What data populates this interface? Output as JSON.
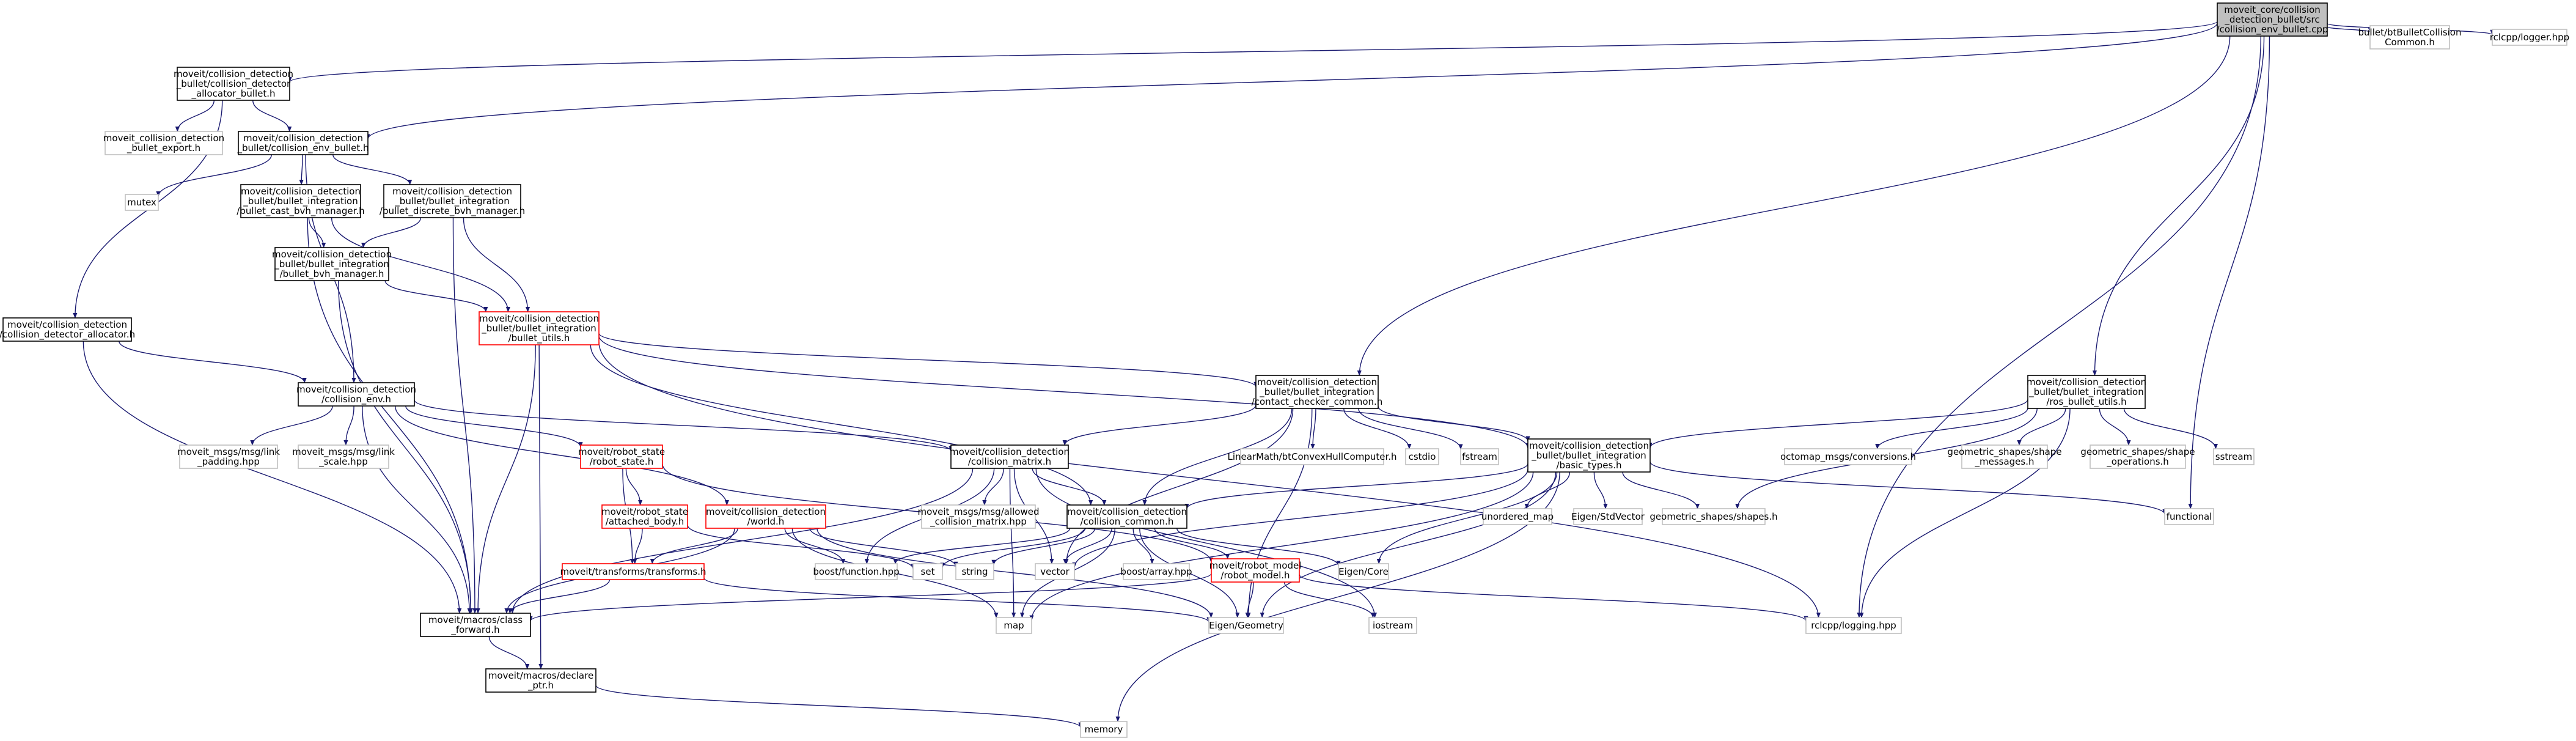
{
  "colors": {
    "edge": "#191970",
    "root_fill": "#bfbfbf",
    "documented_border": "#000000",
    "external_border": "#bfbfbf",
    "truncated_border": "#ff0000",
    "node_fill": "#ffffff"
  },
  "nodes": [
    {
      "id": "root",
      "kind": "root",
      "lines": [
        "moveit_core/collision",
        "_detection_bullet/src",
        "/collision_env_bullet.cpp"
      ]
    },
    {
      "id": "alloc_bullet",
      "kind": "documented",
      "lines": [
        "moveit/collision_detection",
        "_bullet/collision_detector",
        "_allocator_bullet.h"
      ]
    },
    {
      "id": "bt_common",
      "kind": "external",
      "lines": [
        "bullet/btBulletCollision",
        "Common.h"
      ]
    },
    {
      "id": "rclcpp_logger",
      "kind": "external",
      "lines": [
        "rclcpp/logger.hpp"
      ]
    },
    {
      "id": "bullet_export",
      "kind": "external",
      "lines": [
        "moveit_collision_detection",
        "_bullet_export.h"
      ]
    },
    {
      "id": "env_bullet",
      "kind": "documented",
      "lines": [
        "moveit/collision_detection",
        "_bullet/collision_env_bullet.h"
      ]
    },
    {
      "id": "mutex",
      "kind": "external",
      "lines": [
        "mutex"
      ]
    },
    {
      "id": "cast_bvh",
      "kind": "documented",
      "lines": [
        "moveit/collision_detection",
        "_bullet/bullet_integration",
        "/bullet_cast_bvh_manager.h"
      ]
    },
    {
      "id": "discrete_bvh",
      "kind": "documented",
      "lines": [
        "moveit/collision_detection",
        "_bullet/bullet_integration",
        "/bullet_discrete_bvh_manager.h"
      ]
    },
    {
      "id": "bvh_manager",
      "kind": "documented",
      "lines": [
        "moveit/collision_detection",
        "_bullet/bullet_integration",
        "/bullet_bvh_manager.h"
      ]
    },
    {
      "id": "bullet_utils",
      "kind": "truncated",
      "lines": [
        "moveit/collision_detection",
        "_bullet/bullet_integration",
        "/bullet_utils.h"
      ]
    },
    {
      "id": "alloc",
      "kind": "documented",
      "lines": [
        "moveit/collision_detection",
        "/collision_detector_allocator.h"
      ]
    },
    {
      "id": "collision_env",
      "kind": "documented",
      "lines": [
        "moveit/collision_detection",
        "/collision_env.h"
      ]
    },
    {
      "id": "contact_checker",
      "kind": "documented",
      "lines": [
        "moveit/collision_detection",
        "_bullet/bullet_integration",
        "/contact_checker_common.h"
      ]
    },
    {
      "id": "ros_utils",
      "kind": "documented",
      "lines": [
        "moveit/collision_detection",
        "_bullet/bullet_integration",
        "/ros_bullet_utils.h"
      ]
    },
    {
      "id": "link_padding",
      "kind": "external",
      "lines": [
        "moveit_msgs/msg/link",
        "_padding.hpp"
      ]
    },
    {
      "id": "link_scale",
      "kind": "external",
      "lines": [
        "moveit_msgs/msg/link",
        "_scale.hpp"
      ]
    },
    {
      "id": "robot_state",
      "kind": "truncated",
      "lines": [
        "moveit/robot_state",
        "/robot_state.h"
      ]
    },
    {
      "id": "collision_matrix",
      "kind": "documented",
      "lines": [
        "moveit/collision_detection",
        "/collision_matrix.h"
      ]
    },
    {
      "id": "convex_hull",
      "kind": "external",
      "lines": [
        "LinearMath/btConvexHullComputer.h"
      ]
    },
    {
      "id": "cstdio",
      "kind": "external",
      "lines": [
        "cstdio"
      ]
    },
    {
      "id": "fstream",
      "kind": "external",
      "lines": [
        "fstream"
      ]
    },
    {
      "id": "basic_types",
      "kind": "documented",
      "lines": [
        "moveit/collision_detection",
        "_bullet/bullet_integration",
        "/basic_types.h"
      ]
    },
    {
      "id": "octomap_conv",
      "kind": "external",
      "lines": [
        "octomap_msgs/conversions.h"
      ]
    },
    {
      "id": "shape_messages",
      "kind": "external",
      "lines": [
        "geometric_shapes/shape",
        "_messages.h"
      ]
    },
    {
      "id": "shape_operations",
      "kind": "external",
      "lines": [
        "geometric_shapes/shape",
        "_operations.h"
      ]
    },
    {
      "id": "sstream",
      "kind": "external",
      "lines": [
        "sstream"
      ]
    },
    {
      "id": "attached_body",
      "kind": "truncated",
      "lines": [
        "moveit/robot_state",
        "/attached_body.h"
      ]
    },
    {
      "id": "world",
      "kind": "truncated",
      "lines": [
        "moveit/collision_detection",
        "/world.h"
      ]
    },
    {
      "id": "allowed_matrix",
      "kind": "external",
      "lines": [
        "moveit_msgs/msg/allowed",
        "_collision_matrix.hpp"
      ]
    },
    {
      "id": "collision_common",
      "kind": "documented",
      "lines": [
        "moveit/collision_detection",
        "/collision_common.h"
      ]
    },
    {
      "id": "unordered_map",
      "kind": "external",
      "lines": [
        "unordered_map"
      ]
    },
    {
      "id": "std_vector",
      "kind": "external",
      "lines": [
        "Eigen/StdVector"
      ]
    },
    {
      "id": "shapes_h",
      "kind": "external",
      "lines": [
        "geometric_shapes/shapes.h"
      ]
    },
    {
      "id": "functional",
      "kind": "external",
      "lines": [
        "functional"
      ]
    },
    {
      "id": "transforms",
      "kind": "truncated",
      "lines": [
        "moveit/transforms/transforms.h"
      ]
    },
    {
      "id": "boost_function",
      "kind": "external",
      "lines": [
        "boost/function.hpp"
      ]
    },
    {
      "id": "set",
      "kind": "external",
      "lines": [
        "set"
      ]
    },
    {
      "id": "string",
      "kind": "external",
      "lines": [
        "string"
      ]
    },
    {
      "id": "vector",
      "kind": "external",
      "lines": [
        "vector"
      ]
    },
    {
      "id": "boost_array",
      "kind": "external",
      "lines": [
        "boost/array.hpp"
      ]
    },
    {
      "id": "robot_model",
      "kind": "truncated",
      "lines": [
        "moveit/robot_model",
        "/robot_model.h"
      ]
    },
    {
      "id": "eigen_core",
      "kind": "external",
      "lines": [
        "Eigen/Core"
      ]
    },
    {
      "id": "class_forward",
      "kind": "documented",
      "lines": [
        "moveit/macros/class",
        "_forward.h"
      ]
    },
    {
      "id": "map",
      "kind": "external",
      "lines": [
        "map"
      ]
    },
    {
      "id": "eigen_geometry",
      "kind": "external",
      "lines": [
        "Eigen/Geometry"
      ]
    },
    {
      "id": "iostream",
      "kind": "external",
      "lines": [
        "iostream"
      ]
    },
    {
      "id": "rclcpp_logging",
      "kind": "external",
      "lines": [
        "rclcpp/logging.hpp"
      ]
    },
    {
      "id": "declare_ptr",
      "kind": "documented",
      "lines": [
        "moveit/macros/declare",
        "_ptr.h"
      ]
    },
    {
      "id": "memory",
      "kind": "external",
      "lines": [
        "memory"
      ]
    }
  ],
  "edges": [
    [
      "root",
      "alloc_bullet"
    ],
    [
      "root",
      "env_bullet"
    ],
    [
      "root",
      "bt_common"
    ],
    [
      "root",
      "rclcpp_logger"
    ],
    [
      "root",
      "contact_checker"
    ],
    [
      "root",
      "ros_utils"
    ],
    [
      "root",
      "functional"
    ],
    [
      "root",
      "rclcpp_logging"
    ],
    [
      "alloc_bullet",
      "bullet_export"
    ],
    [
      "alloc_bullet",
      "env_bullet"
    ],
    [
      "alloc_bullet",
      "alloc"
    ],
    [
      "env_bullet",
      "mutex"
    ],
    [
      "env_bullet",
      "cast_bvh"
    ],
    [
      "env_bullet",
      "discrete_bvh"
    ],
    [
      "env_bullet",
      "collision_env"
    ],
    [
      "cast_bvh",
      "bvh_manager"
    ],
    [
      "cast_bvh",
      "bullet_utils"
    ],
    [
      "cast_bvh",
      "class_forward"
    ],
    [
      "discrete_bvh",
      "bvh_manager"
    ],
    [
      "discrete_bvh",
      "bullet_utils"
    ],
    [
      "discrete_bvh",
      "class_forward"
    ],
    [
      "bvh_manager",
      "bullet_utils"
    ],
    [
      "bvh_manager",
      "class_forward"
    ],
    [
      "bullet_utils",
      "contact_checker"
    ],
    [
      "bullet_utils",
      "basic_types"
    ],
    [
      "bullet_utils",
      "collision_common"
    ],
    [
      "bullet_utils",
      "class_forward"
    ],
    [
      "bullet_utils",
      "declare_ptr"
    ],
    [
      "bullet_utils",
      "rclcpp_logging"
    ],
    [
      "alloc",
      "collision_env"
    ],
    [
      "alloc",
      "class_forward"
    ],
    [
      "collision_env",
      "link_padding"
    ],
    [
      "collision_env",
      "link_scale"
    ],
    [
      "collision_env",
      "robot_state"
    ],
    [
      "collision_env",
      "world"
    ],
    [
      "collision_env",
      "collision_matrix"
    ],
    [
      "collision_env",
      "class_forward"
    ],
    [
      "contact_checker",
      "collision_matrix"
    ],
    [
      "contact_checker",
      "convex_hull"
    ],
    [
      "contact_checker",
      "cstdio"
    ],
    [
      "contact_checker",
      "fstream"
    ],
    [
      "contact_checker",
      "basic_types"
    ],
    [
      "contact_checker",
      "collision_common"
    ],
    [
      "contact_checker",
      "eigen_geometry"
    ],
    [
      "contact_checker",
      "vector"
    ],
    [
      "ros_utils",
      "basic_types"
    ],
    [
      "ros_utils",
      "octomap_conv"
    ],
    [
      "ros_utils",
      "shape_messages"
    ],
    [
      "ros_utils",
      "shape_operations"
    ],
    [
      "ros_utils",
      "sstream"
    ],
    [
      "ros_utils",
      "shapes_h"
    ],
    [
      "ros_utils",
      "rclcpp_logging"
    ],
    [
      "robot_state",
      "attached_body"
    ],
    [
      "robot_state",
      "transforms"
    ],
    [
      "robot_state",
      "robot_model"
    ],
    [
      "collision_matrix",
      "allowed_matrix"
    ],
    [
      "collision_matrix",
      "collision_common"
    ],
    [
      "collision_matrix",
      "boost_function"
    ],
    [
      "collision_matrix",
      "vector"
    ],
    [
      "collision_matrix",
      "map"
    ],
    [
      "collision_matrix",
      "iostream"
    ],
    [
      "collision_matrix",
      "class_forward"
    ],
    [
      "basic_types",
      "collision_common"
    ],
    [
      "basic_types",
      "unordered_map"
    ],
    [
      "basic_types",
      "std_vector"
    ],
    [
      "basic_types",
      "shapes_h"
    ],
    [
      "basic_types",
      "functional"
    ],
    [
      "basic_types",
      "eigen_core"
    ],
    [
      "basic_types",
      "eigen_geometry"
    ],
    [
      "basic_types",
      "map"
    ],
    [
      "basic_types",
      "vector"
    ],
    [
      "basic_types",
      "memory"
    ],
    [
      "attached_body",
      "transforms"
    ],
    [
      "attached_body",
      "set"
    ],
    [
      "world",
      "transforms"
    ],
    [
      "world",
      "boost_function"
    ],
    [
      "world",
      "string"
    ],
    [
      "world",
      "map"
    ],
    [
      "world",
      "eigen_geometry"
    ],
    [
      "world",
      "class_forward"
    ],
    [
      "collision_common",
      "boost_function"
    ],
    [
      "collision_common",
      "set"
    ],
    [
      "collision_common",
      "string"
    ],
    [
      "collision_common",
      "vector"
    ],
    [
      "collision_common",
      "boost_array"
    ],
    [
      "collision_common",
      "robot_model"
    ],
    [
      "collision_common",
      "eigen_core"
    ],
    [
      "collision_common",
      "map"
    ],
    [
      "collision_common",
      "eigen_geometry"
    ],
    [
      "transforms",
      "eigen_geometry"
    ],
    [
      "transforms",
      "class_forward"
    ],
    [
      "robot_model",
      "eigen_geometry"
    ],
    [
      "robot_model",
      "iostream"
    ],
    [
      "robot_model",
      "rclcpp_logging"
    ],
    [
      "robot_model",
      "class_forward"
    ],
    [
      "class_forward",
      "declare_ptr"
    ],
    [
      "declare_ptr",
      "memory"
    ]
  ]
}
